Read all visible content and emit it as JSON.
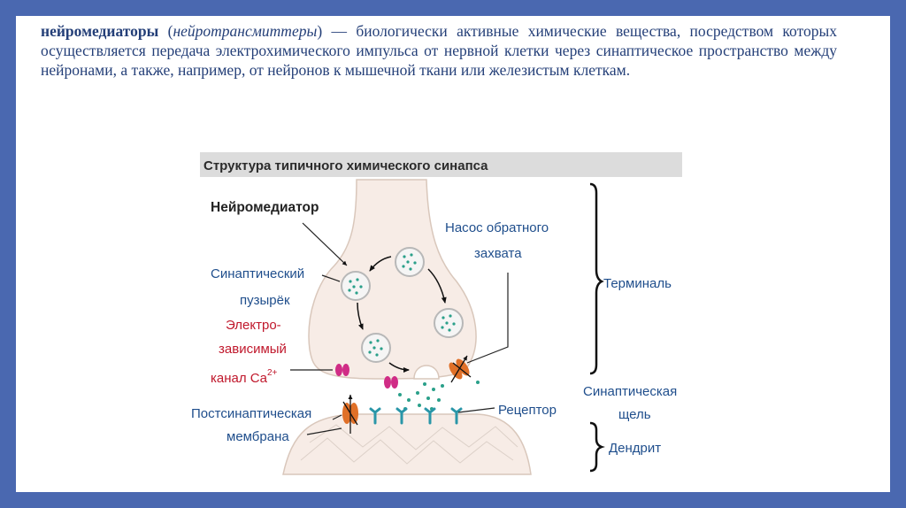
{
  "definition": {
    "term": "нейромедиаторы",
    "alt_term": "нейротрансмиттеры",
    "text": "— биологически активные химические вещества, посредством которых осуществляется передача электрохимического импульса от нервной клетки через синаптическое пространство между нейронами, а также, например, от нейронов к мышечной ткани или железистым клеткам."
  },
  "figure": {
    "title": "Структура типичного химического синапса",
    "labels": {
      "neurotransmitter": "Нейромедиатор",
      "vesicle_line1": "Синаптический",
      "vesicle_line2": "пузырёк",
      "channel_line1": "Электро-",
      "channel_line2": "зависимый",
      "channel_line3": "канал Ca",
      "channel_sup": "2+",
      "postsynaptic_line1": "Постсинаптическая",
      "postsynaptic_line2": "мембрана",
      "pump_line1": "Насос обратного",
      "pump_line2": "захвата",
      "receptor": "Рецептор",
      "terminal": "Терминаль",
      "cleft_line1": "Синаптическая",
      "cleft_line2": "щель",
      "dendrite": "Дендрит"
    },
    "colors": {
      "label_blue": "#1f4e8c",
      "label_red": "#c0182c",
      "cell_fill": "#f7ece6",
      "vesicle_dots": "#2aa08a",
      "channel_magenta": "#d02c86",
      "pump_orange": "#e07028",
      "receptor_teal": "#2a96a8",
      "title_bar": "#dcdcdc"
    }
  }
}
